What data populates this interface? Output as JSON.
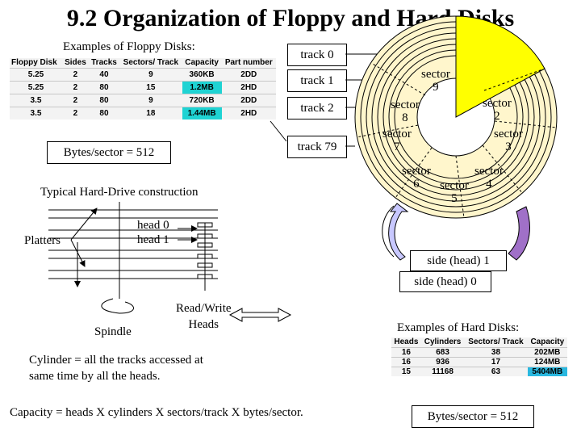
{
  "title": "9.2 Organization of Floppy and Hard Disks",
  "floppy_heading": "Examples of Floppy Disks:",
  "floppy_table": {
    "headers": [
      "Floppy Disk",
      "Sides",
      "Tracks",
      "Sectors/ Track",
      "Capacity",
      "Part number"
    ],
    "rows": [
      [
        "5.25",
        "2",
        "40",
        "9",
        "360KB",
        "2DD"
      ],
      [
        "5.25",
        "2",
        "80",
        "15",
        "1.2MB",
        "2HD"
      ],
      [
        "3.5",
        "2",
        "80",
        "9",
        "720KB",
        "2DD"
      ],
      [
        "3.5",
        "2",
        "80",
        "18",
        "1.44MB",
        "2HD"
      ]
    ]
  },
  "floppy_bytes_per_sector": "Bytes/sector = 512",
  "track_labels": [
    "track 0",
    "track 1",
    "track 2",
    "track 79"
  ],
  "sector_labels": {
    "s9": [
      "sector",
      "9"
    ],
    "s8": [
      "sector",
      "8"
    ],
    "s2": [
      "sector",
      "2"
    ],
    "s7": [
      "sector",
      "7"
    ],
    "s3": [
      "sector",
      "3"
    ],
    "s6": [
      "sector",
      "6"
    ],
    "s5": [
      "sector",
      "5"
    ],
    "s4": [
      "sector",
      "4"
    ]
  },
  "side_labels": [
    "side (head) 1",
    "side (head) 0"
  ],
  "hard_drive_heading": "Typical Hard-Drive construction",
  "head_labels": [
    "head 0",
    "head 1"
  ],
  "platters_label": "Platters",
  "spindle_label": "Spindle",
  "rw_heads_label": [
    "Read/Write",
    "Heads"
  ],
  "cylinder_text": [
    "Cylinder = all the tracks accessed at",
    "same time by all the heads."
  ],
  "capacity_formula": "Capacity = heads X cylinders X sectors/track X bytes/sector.",
  "hard_heading": "Examples of Hard Disks:",
  "hard_table": {
    "headers": [
      "Heads",
      "Cylinders",
      "Sectors/ Track",
      "Capacity"
    ],
    "rows": [
      [
        "16",
        "683",
        "38",
        "202MB"
      ],
      [
        "16",
        "936",
        "17",
        "124MB"
      ],
      [
        "15",
        "11168",
        "63",
        "5404MB"
      ]
    ]
  },
  "hard_bytes_per_sector": "Bytes/sector = 512",
  "colors": {
    "disk_fill": "#fff6cc",
    "sector_highlight": "#ffff00",
    "arrow_lavender": "#c8c8ff",
    "arrow_purple": "#a070c8",
    "cell_highlight": "#1fd3d3"
  }
}
